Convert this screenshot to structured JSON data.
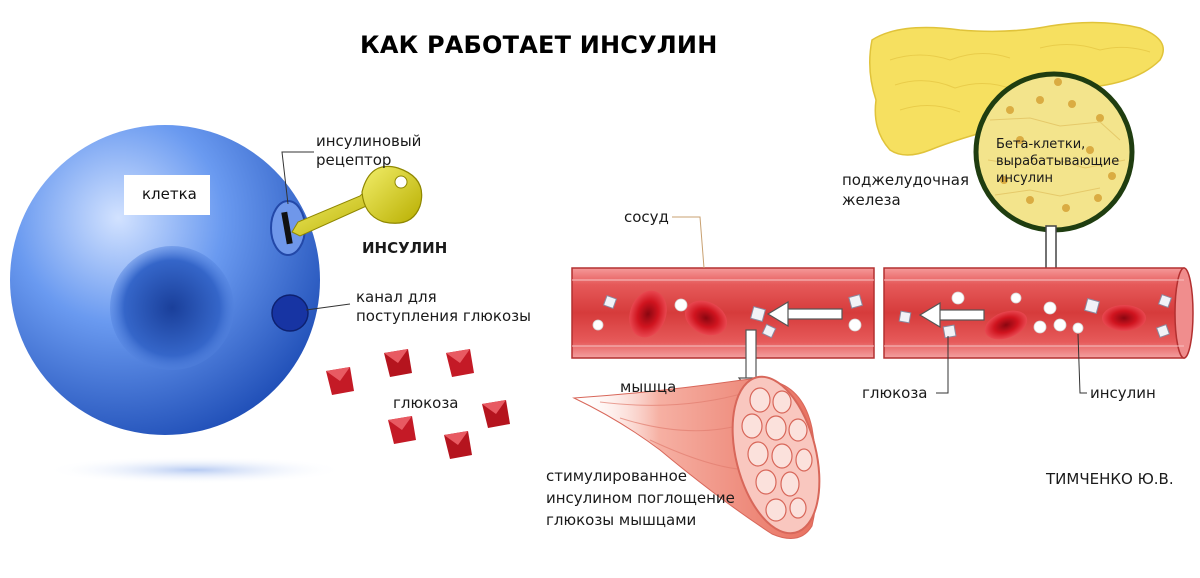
{
  "title": "КАК РАБОТАЕТ ИНСУЛИН",
  "labels": {
    "cell": "клетка",
    "receptor_line1": "инсулиновый",
    "receptor_line2": "рецептор",
    "insulin_key": "ИНСУЛИН",
    "channel_line1": "канал для",
    "channel_line2": "поступления глюкозы",
    "glucose_left": "глюкоза",
    "vessel": "сосуд",
    "pancreas_line1": "поджелудочная",
    "pancreas_line2": "железа",
    "beta_line1": "Бета-клетки,",
    "beta_line2": "вырабатывающие",
    "beta_line3": "инсулин",
    "muscle": "мышца",
    "glucose_right": "глюкоза",
    "insulin_right": "инсулин",
    "uptake_line1": "стимулированное",
    "uptake_line2": "инсулином поглощение",
    "uptake_line3": "глюкозы мышцами",
    "author": "ТИМЧЕНКО Ю.В."
  },
  "colors": {
    "cell_blue": "#4a7fe0",
    "nucleus_blue": "#1f4fb3",
    "key_yellow": "#d8d000",
    "vessel_red": "#e14a4a",
    "blood_cell_red": "#c8101e",
    "pancreas_yellow": "#f7e36b",
    "muscle_pink": "#f29a8c",
    "glucose_crystal": "#b5141e"
  }
}
